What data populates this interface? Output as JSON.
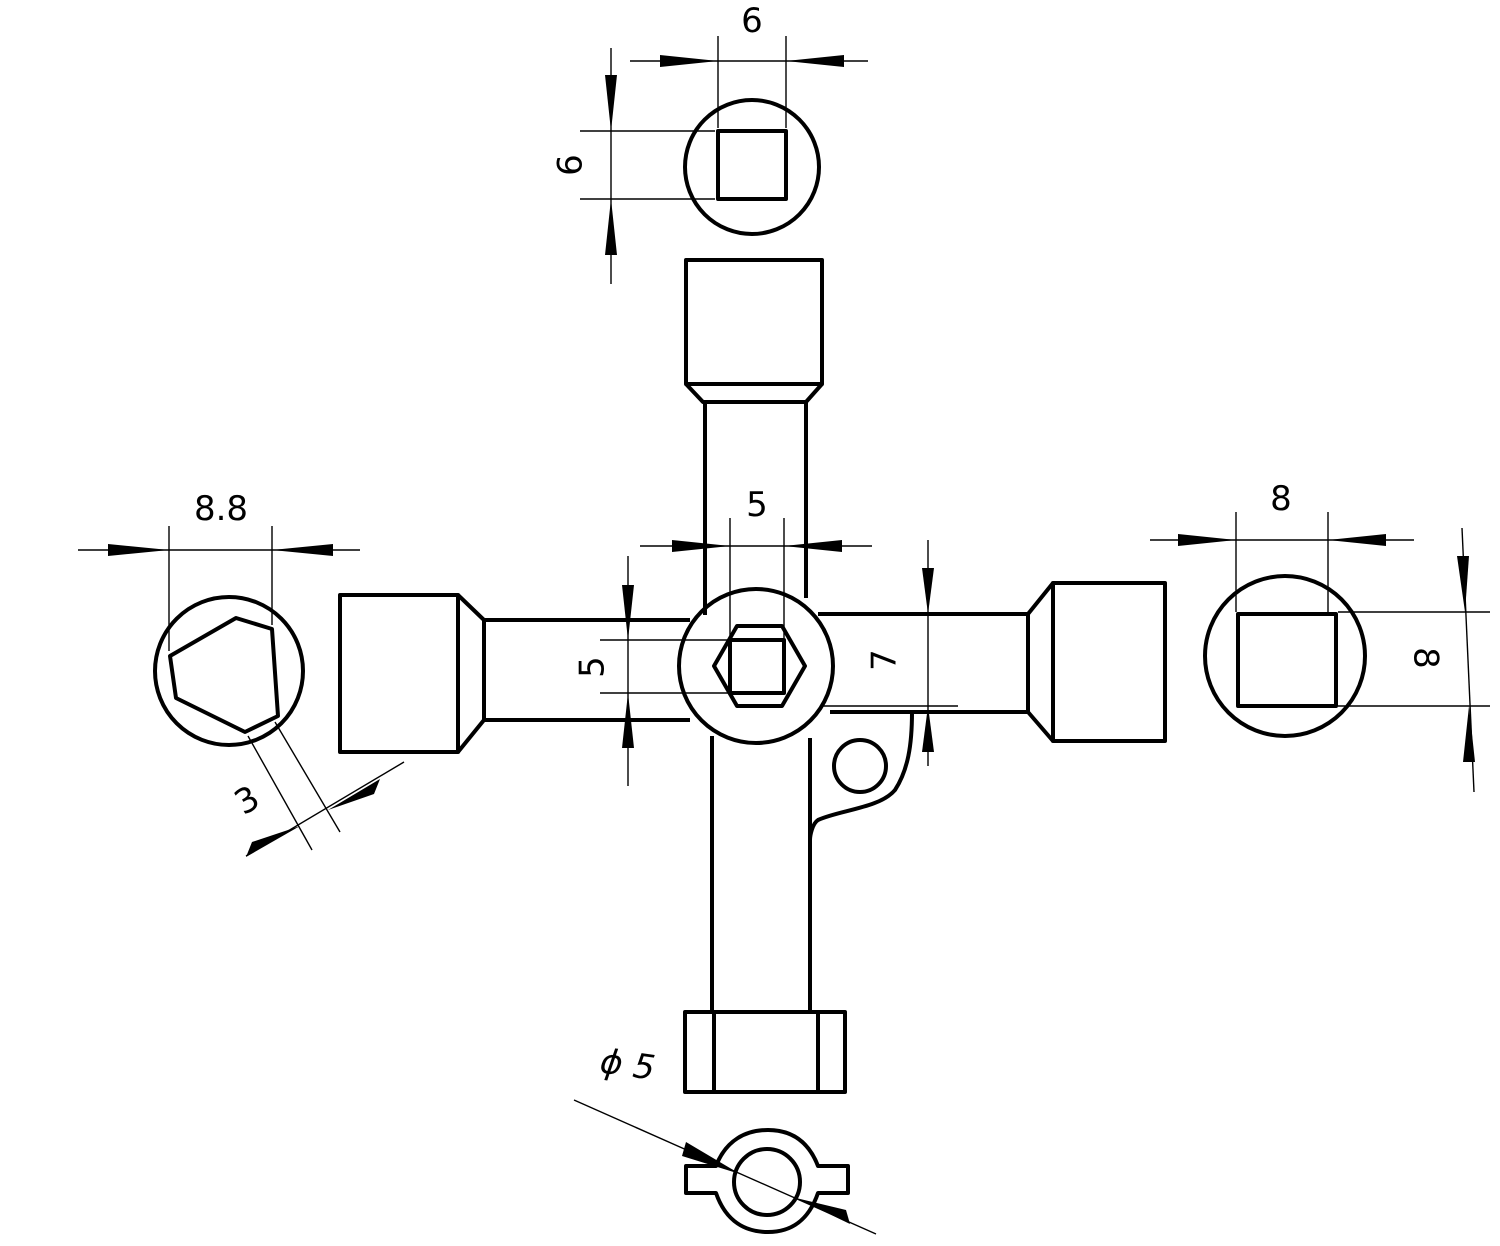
{
  "diagram": {
    "dimensions": {
      "top_square_width": "6",
      "top_square_height": "6",
      "triangle_width": "8.8",
      "triangle_wall": "3",
      "center_hex_width": "5",
      "center_hex_height": "5",
      "arm_height": "7",
      "right_square_width": "8",
      "right_square_height": "8",
      "bottom_diameter": "ϕ 5"
    }
  }
}
